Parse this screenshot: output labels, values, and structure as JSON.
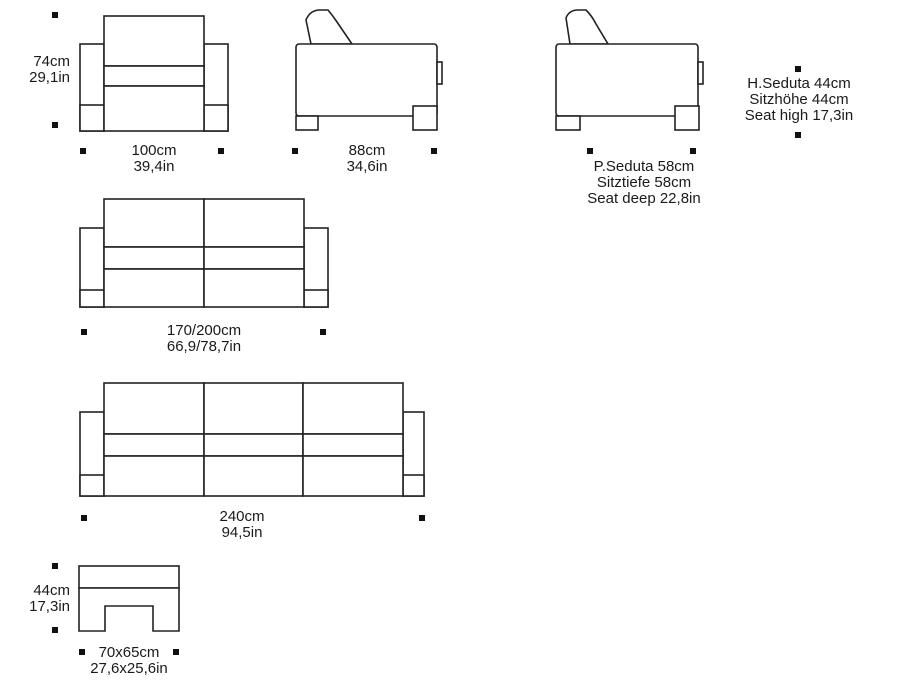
{
  "armchair_front": {
    "height_cm": "74cm",
    "height_in": "29,1in",
    "width_cm": "100cm",
    "width_in": "39,4in"
  },
  "armchair_side": {
    "depth_cm": "88cm",
    "depth_in": "34,6in"
  },
  "seat_depth": {
    "line1": "P.Seduta 58cm",
    "line2": "Sitztiefe 58cm",
    "line3": "Seat deep 22,8in"
  },
  "seat_height": {
    "line1": "H.Seduta 44cm",
    "line2": "Sitzhöhe 44cm",
    "line3": "Seat high 17,3in"
  },
  "sofa_two_seat": {
    "width_cm": "170/200cm",
    "width_in": "66,9/78,7in"
  },
  "sofa_three_seat": {
    "width_cm": "240cm",
    "width_in": "94,5in"
  },
  "pouf": {
    "height_cm": "44cm",
    "height_in": "17,3in",
    "size_cm": "70x65cm",
    "size_in": "27,6x25,6in"
  }
}
